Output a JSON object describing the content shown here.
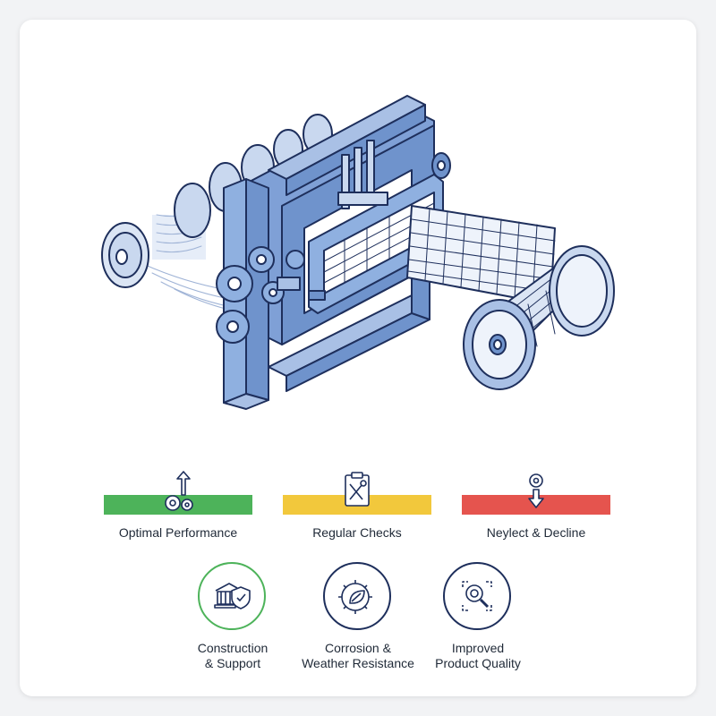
{
  "colors": {
    "primary_blue": "#6f93cc",
    "outline": "#1e2f5c",
    "green": "#4db35a",
    "yellow": "#f2c83c",
    "red": "#e5544e"
  },
  "status_bars": [
    {
      "label": "Optimal Performance",
      "color": "#4db35a",
      "icon": "gears-arrow-up-icon"
    },
    {
      "label": "Regular Checks",
      "color": "#f2c83c",
      "icon": "clipboard-wrench-icon"
    },
    {
      "label": "Neylect & Decline",
      "color": "#e5544e",
      "icon": "gear-arrow-down-icon"
    }
  ],
  "features": [
    {
      "line1": "Construction",
      "line2": "& Support",
      "icon": "building-shield-icon"
    },
    {
      "line1": "Corrosion &",
      "line2": "Weather Resistance",
      "icon": "gear-leaf-icon"
    },
    {
      "line1": "Improved",
      "line2": "Product Quality",
      "icon": "magnifier-inspection-icon"
    }
  ]
}
